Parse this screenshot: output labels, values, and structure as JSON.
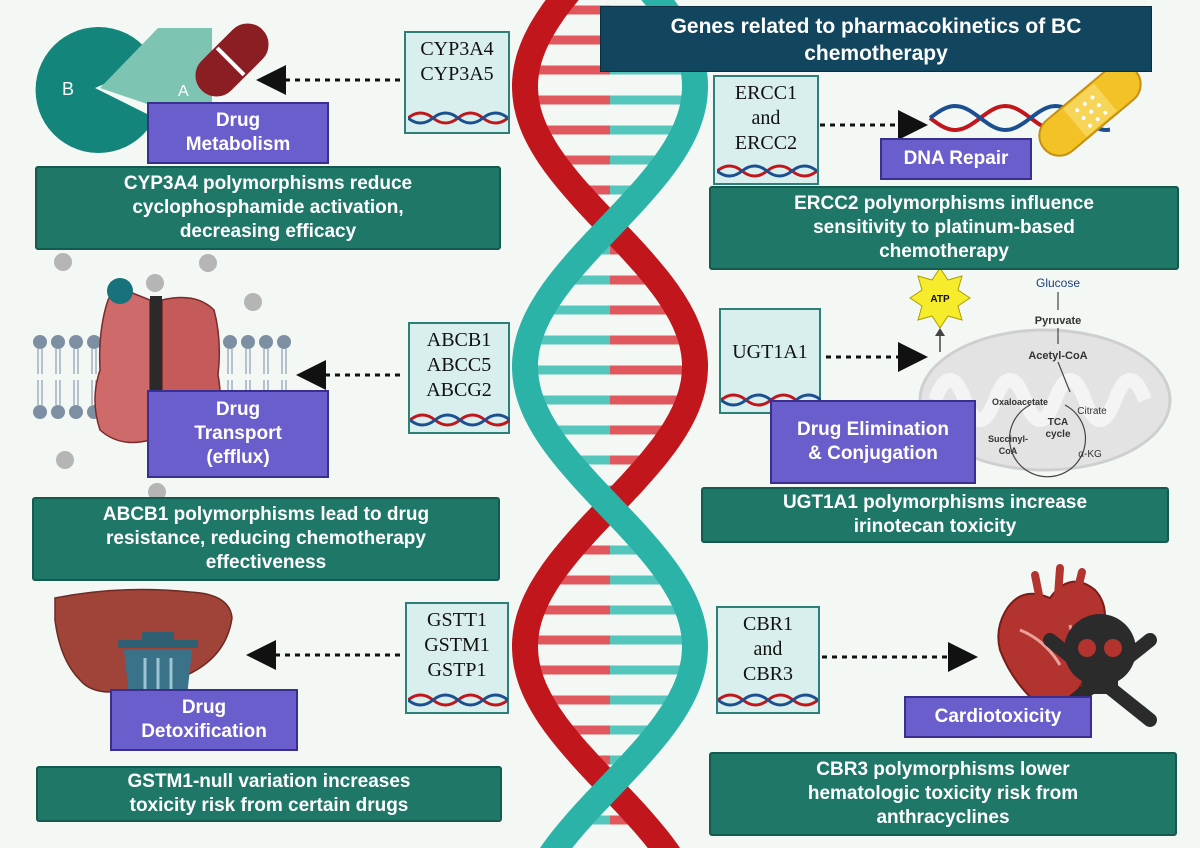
{
  "title": "Genes related to pharmacokinetics of BC chemotherapy",
  "panels": {
    "metabolism": {
      "genes": [
        "CYP3A4",
        "CYP3A5"
      ],
      "category_lines": [
        "Drug",
        "Metabolism"
      ],
      "description_lines": [
        "CYP3A4 polymorphisms reduce",
        "cyclophosphamide activation,",
        "decreasing efficacy"
      ],
      "enzyme_labels": {
        "b": "B",
        "a": "A"
      }
    },
    "transport": {
      "genes": [
        "ABCB1",
        "ABCC5",
        "ABCG2"
      ],
      "category_lines": [
        "Drug",
        "Transport",
        "(efflux)"
      ],
      "description_lines": [
        "ABCB1 polymorphisms lead to drug",
        "resistance, reducing chemotherapy",
        "effectiveness"
      ]
    },
    "detox": {
      "genes": [
        "GSTT1",
        "GSTM1",
        "GSTP1"
      ],
      "category_lines": [
        "Drug",
        "Detoxification"
      ],
      "description_lines": [
        "GSTM1-null variation increases",
        "toxicity risk from certain drugs"
      ]
    },
    "repair": {
      "genes": [
        "ERCC1",
        "and",
        "ERCC2"
      ],
      "category_lines": [
        "DNA Repair"
      ],
      "description_lines": [
        "ERCC2 polymorphisms influence",
        "sensitivity to platinum-based",
        "chemotherapy"
      ]
    },
    "elimination": {
      "genes": [
        "UGT1A1"
      ],
      "category_lines": [
        "Drug Elimination",
        "& Conjugation"
      ],
      "description_lines": [
        "UGT1A1 polymorphisms increase",
        "irinotecan toxicity"
      ],
      "pathway": {
        "atp": "ATP",
        "glucose": "Glucose",
        "pyruvate": "Pyruvate",
        "acetyl": "Acetyl-CoA",
        "oxaloacetate": "Oxaloacetate",
        "citrate": "Citrate",
        "tca_lines": [
          "TCA",
          "cycle"
        ],
        "succinyl_lines": [
          "Succinyl-",
          "CoA"
        ],
        "akg": "α-KG"
      }
    },
    "cardio": {
      "genes": [
        "CBR1",
        "and",
        "CBR3"
      ],
      "category_lines": [
        "Cardiotoxicity"
      ],
      "description_lines": [
        "CBR3 polymorphisms lower",
        "hematologic toxicity risk from",
        "anthracyclines"
      ]
    }
  },
  "colors": {
    "background": "#f3f8f5",
    "title_bg": "#12465f",
    "category_bg": "#6a5ecc",
    "description_bg": "#1f7768",
    "gene_bg": "#d8efed",
    "helix_teal": "#2bb3a8",
    "helix_red": "#c0161c"
  }
}
